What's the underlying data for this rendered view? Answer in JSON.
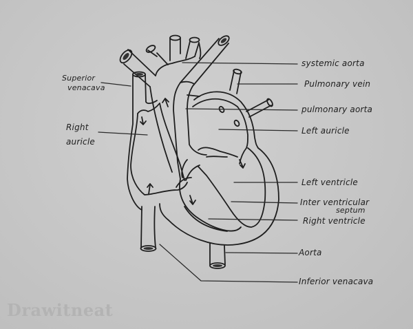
{
  "diagram": {
    "type": "labelled anatomical drawing",
    "subject": "Human heart (internal structure)",
    "style": "hand-drawn pen on grey paper",
    "colors": {
      "paper": "#c6c6c6",
      "ink": "#1e1e1e",
      "watermark": "#b3b3b3"
    }
  },
  "labels": {
    "left": [
      {
        "id": "superior-venacava",
        "line1": "Superior",
        "line2": "venacava"
      },
      {
        "id": "right-auricle",
        "line1": "Right",
        "line2": "auricle"
      }
    ],
    "right": [
      {
        "id": "systemic-aorta",
        "text": "systemic aorta"
      },
      {
        "id": "pulmonary-vein",
        "text": "Pulmonary vein"
      },
      {
        "id": "pulmonary-aorta",
        "text": "pulmonary aorta"
      },
      {
        "id": "left-auricle",
        "text": "Left auricle"
      },
      {
        "id": "left-ventricle",
        "text": "Left ventricle"
      },
      {
        "id": "interventricular-septum",
        "line1": "Inter ventricular",
        "line2": "septum"
      },
      {
        "id": "right-ventricle",
        "text": "Right ventricle"
      },
      {
        "id": "aorta",
        "text": "Aorta"
      },
      {
        "id": "inferior-venacava",
        "text": "Inferior venacava"
      }
    ]
  },
  "watermark": "Drawitneat"
}
